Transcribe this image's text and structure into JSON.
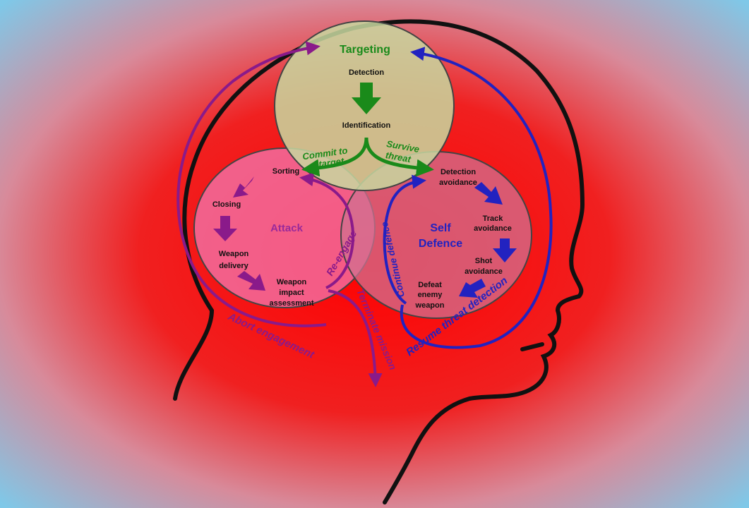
{
  "diagram": {
    "targeting": {
      "title": "Targeting",
      "steps": [
        "Detection",
        "Identification"
      ],
      "branch_left": [
        "Commit to",
        "target"
      ],
      "branch_right": [
        "Survive",
        "threat"
      ]
    },
    "attack": {
      "title": "Attack",
      "steps": {
        "sorting": [
          "Sorting"
        ],
        "closing": [
          "Closing"
        ],
        "weapon_delivery": [
          "Weapon",
          "delivery"
        ],
        "impact_assessment": [
          "Weapon",
          "impact",
          "assessment"
        ]
      }
    },
    "self_defence": {
      "title": [
        "Self",
        "Defence"
      ],
      "steps": {
        "detection_avoidance": [
          "Detection",
          "avoidance"
        ],
        "track_avoidance": [
          "Track",
          "avoidance"
        ],
        "shot_avoidance": [
          "Shot",
          "avoidance"
        ],
        "defeat_enemy_weapon": [
          "Defeat",
          "enemy",
          "weapon"
        ]
      }
    },
    "transitions": {
      "abort_engagement": "Abort engagement",
      "re_engage": "Re-engage",
      "terminate_mission": "Terminate mission",
      "continue_defence": "Continue defence",
      "resume_threat_detection": "Resume threat detection"
    },
    "colors": {
      "targeting": "#1a8a1a",
      "attack": "#8a1a8a",
      "defence": "#2222c0",
      "head_outline": "#111111"
    }
  }
}
